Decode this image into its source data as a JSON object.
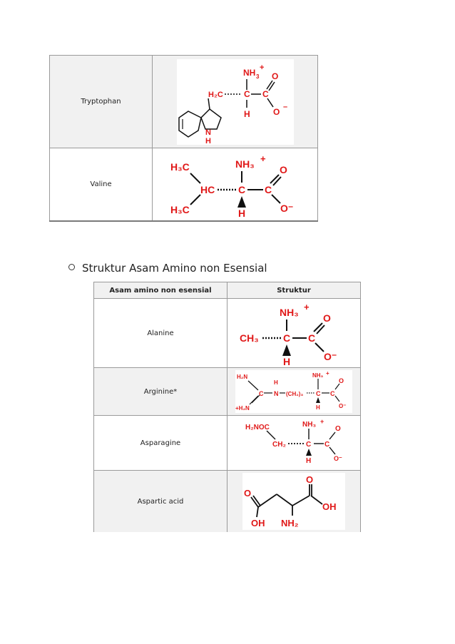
{
  "table1": {
    "rows": [
      {
        "name": "Tryptophan"
      },
      {
        "name": "Valine"
      }
    ]
  },
  "bullet_heading": "Struktur Asam Amino non Esensial",
  "table2": {
    "headers": [
      "Asam amino non esensial",
      "Struktur"
    ],
    "rows": [
      {
        "name": "Alanine"
      },
      {
        "name": "Arginine*"
      },
      {
        "name": "Asparagine"
      },
      {
        "name": "Aspartic acid"
      }
    ]
  },
  "colors": {
    "atom_red": "#e01818",
    "bond_black": "#111111"
  },
  "structures": {
    "tryptophan": {
      "nh3": "NH",
      "sub3": "3",
      "plus": "+",
      "h2c": "H₂C",
      "c": "C",
      "o": "O",
      "ominus": "–",
      "h": "H",
      "n": "N"
    },
    "valine": {
      "h3c_top": "H₃C",
      "h3c_bot": "H₃C",
      "hc": "HC",
      "c1": "C",
      "c2": "C",
      "nh3": "NH₃",
      "plus": "+",
      "h": "H",
      "o": "O",
      "ominus": "O⁻"
    },
    "alanine": {
      "ch3": "CH₃",
      "c1": "C",
      "c2": "C",
      "nh3": "NH₃",
      "plus": "+",
      "h": "H",
      "o": "O",
      "ominus": "O⁻"
    },
    "arginine": {
      "h2n": "H₂N",
      "h2n_plus": "+H₂N",
      "c": "C",
      "h": "H",
      "n": "N",
      "ch2": "(CH₂)₃",
      "nh3": "NH₃",
      "plus": "+",
      "c2": "C",
      "c3": "C",
      "o": "O",
      "ominus": "O⁻",
      "h2": "H"
    },
    "asparagine": {
      "h2noc": "H₂NOC",
      "ch2": "CH₂",
      "nh3": "NH₃",
      "plus": "+",
      "c": "C",
      "c2": "C",
      "h": "H",
      "o": "O",
      "ominus": "O⁻"
    },
    "aspartic": {
      "o1": "O",
      "o2": "O",
      "oh1": "OH",
      "oh2": "OH",
      "nh2": "NH₂"
    }
  }
}
